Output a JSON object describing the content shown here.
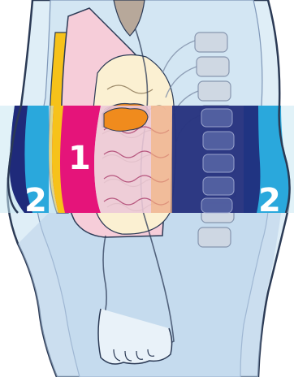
{
  "labels": {
    "zone_1": "1",
    "zone_2_left": "2",
    "zone_2_right": "2"
  },
  "colors": {
    "outline": "#2b3a55",
    "body_light": "#dfeef7",
    "body_mid": "#c6dcef",
    "body_lower": "#aec8e6",
    "band_light_blue": "#2aa8dc",
    "band_dark_blue": "#1f2a7a",
    "band_magenta": "#e5147a",
    "band_pale": "#c9e8f3",
    "fat_yellow": "#f6c21a",
    "organ_pink": "#f6cdd9",
    "organ_orange": "#f08b1d",
    "organ_cream": "#fbf0d2",
    "spine_grey": "#b7bfcc"
  }
}
